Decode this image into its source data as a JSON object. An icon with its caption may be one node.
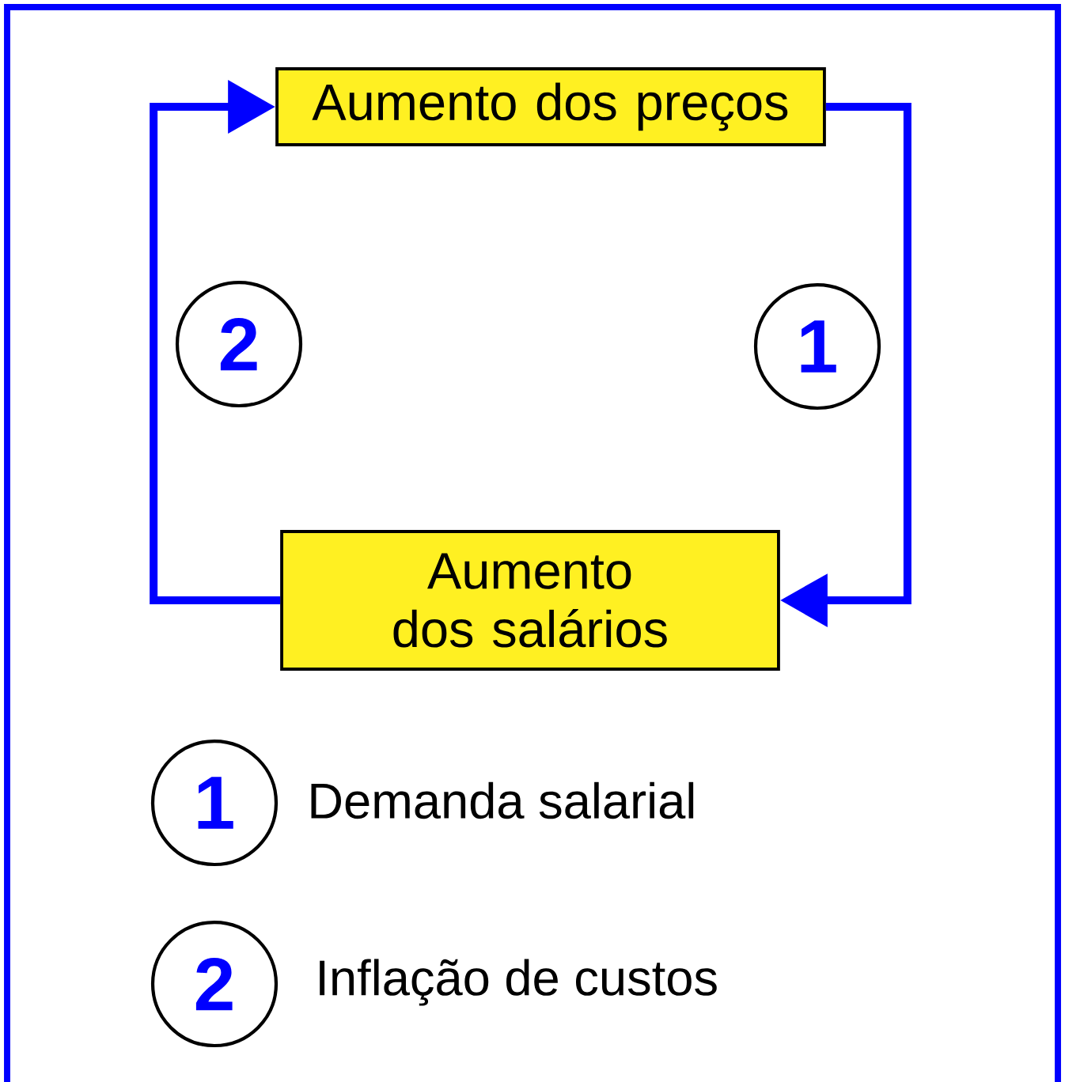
{
  "diagram": {
    "nodes": [
      {
        "text": [
          "Aumento dos preços"
        ]
      },
      {
        "text": [
          "Aumento dos salários"
        ]
      },
      {
        "text": [
          "2"
        ]
      },
      {
        "text": [
          "1"
        ]
      },
      {
        "text": [
          "1"
        ],
        "beside": [
          "Demanda salarial"
        ]
      },
      {
        "text": [
          "2"
        ],
        "beside": [
          "Inflação de custos"
        ]
      }
    ],
    "edges": [
      {
        "from": 0,
        "to": 1,
        "arrow": "to"
      },
      {
        "from": 1,
        "to": 0,
        "arrow": "to"
      }
    ]
  }
}
